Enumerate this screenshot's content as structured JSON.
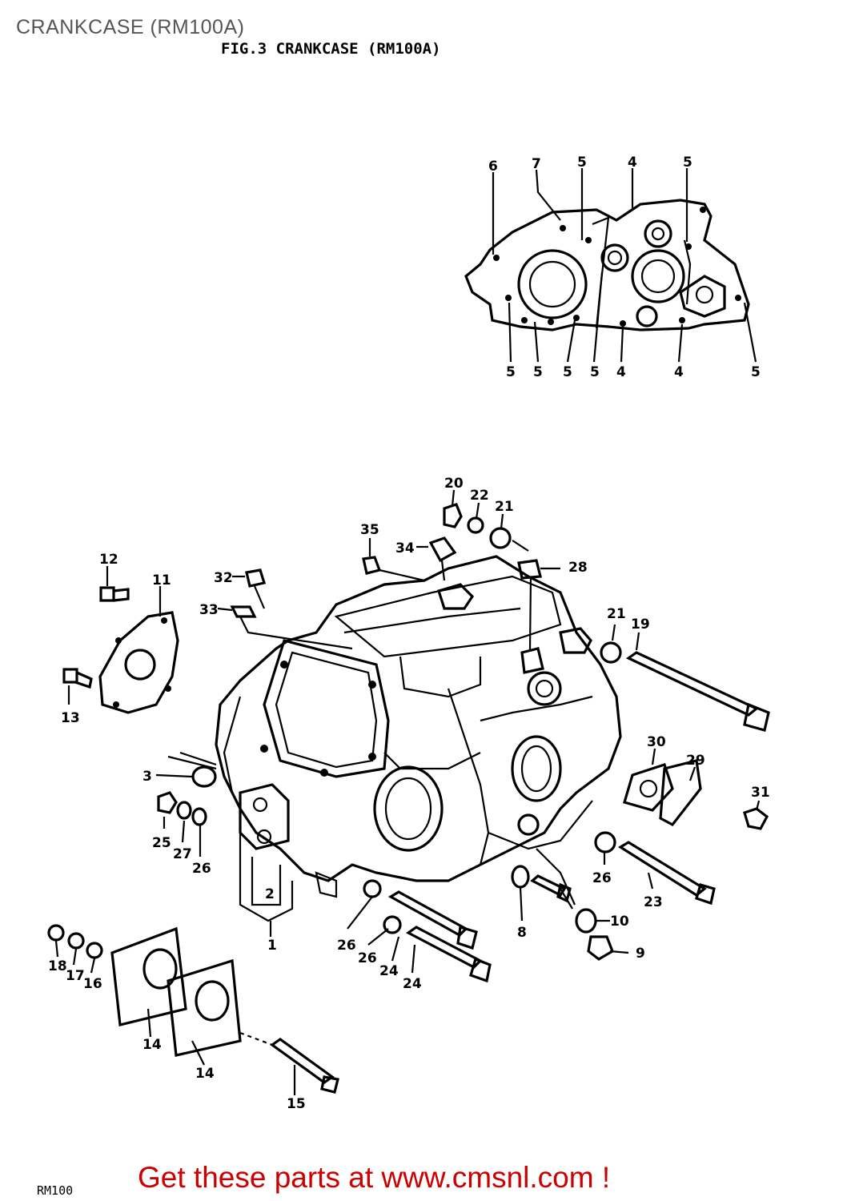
{
  "header": {
    "page_title": "CRANKCASE (RM100A)",
    "figure_title": "FIG.3  CRANKCASE (RM100A)"
  },
  "footer": {
    "model_code": "RM100",
    "cta_text": "Get these parts at www.cmsnl.com !"
  },
  "inset_labels": {
    "top": [
      "6",
      "7",
      "5",
      "4",
      "5"
    ],
    "bottom": [
      "5",
      "5",
      "5",
      "5",
      "4",
      "4",
      "5"
    ]
  },
  "part_labels": [
    "1",
    "2",
    "3",
    "8",
    "9",
    "10",
    "11",
    "12",
    "13",
    "14",
    "14",
    "15",
    "16",
    "17",
    "18",
    "19",
    "20",
    "21",
    "21",
    "22",
    "23",
    "24",
    "24",
    "25",
    "26",
    "26",
    "26",
    "26",
    "27",
    "28",
    "29",
    "30",
    "31",
    "32",
    "33",
    "34",
    "35"
  ]
}
